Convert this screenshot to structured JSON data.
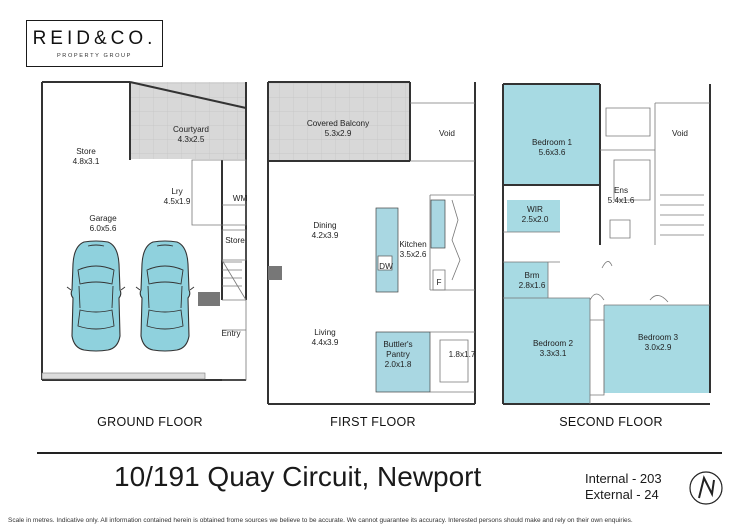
{
  "brand": {
    "name": "REID&CO.",
    "tagline": "PROPERTY GROUP"
  },
  "floors": [
    {
      "name": "GROUND FLOOR",
      "rooms": [
        {
          "name": "Store",
          "size": "4.8x3.1"
        },
        {
          "name": "Courtyard",
          "size": "4.3x2.5"
        },
        {
          "name": "Lry",
          "size": "4.5x1.9"
        },
        {
          "name": "WM",
          "size": ""
        },
        {
          "name": "Garage",
          "size": "6.0x5.6"
        },
        {
          "name": "Store",
          "size": ""
        },
        {
          "name": "Entry",
          "size": ""
        }
      ]
    },
    {
      "name": "FIRST FLOOR",
      "rooms": [
        {
          "name": "Covered Balcony",
          "size": "5.3x2.9"
        },
        {
          "name": "Void",
          "size": ""
        },
        {
          "name": "Dining",
          "size": "4.2x3.9"
        },
        {
          "name": "Kitchen",
          "size": "3.5x2.6"
        },
        {
          "name": "DW",
          "size": ""
        },
        {
          "name": "F",
          "size": ""
        },
        {
          "name": "Living",
          "size": "4.4x3.9"
        },
        {
          "name": "Buttler's Pantry",
          "size": "2.0x1.8"
        },
        {
          "name": "",
          "size": "1.8x1.7"
        }
      ]
    },
    {
      "name": "SECOND FLOOR",
      "rooms": [
        {
          "name": "Bedroom 1",
          "size": "5.6x3.6"
        },
        {
          "name": "Void",
          "size": ""
        },
        {
          "name": "Ens",
          "size": "5.4x1.6"
        },
        {
          "name": "WIR",
          "size": "2.5x2.0"
        },
        {
          "name": "Brm",
          "size": "2.8x1.6"
        },
        {
          "name": "Bedroom 2",
          "size": "3.3x3.1"
        },
        {
          "name": "Bedroom 3",
          "size": "3.0x2.9"
        }
      ]
    }
  ],
  "footer": {
    "address": "10/191 Quay Circuit, Newport",
    "internal": "Internal - 203",
    "external": "External - 24",
    "north_symbol": "N",
    "disclaimer": "Scale in metres. Indicative only. All information contained herein is obtained frome sources we believe to be accurate. We cannot guarantee its accuracy. Interested persons should make and rely on their own enquiries."
  },
  "colors": {
    "room_fill": "#a7dae3",
    "tile_fill": "#d9d9d9",
    "wall": "#333333",
    "car_fill": "#8fd1dd"
  }
}
